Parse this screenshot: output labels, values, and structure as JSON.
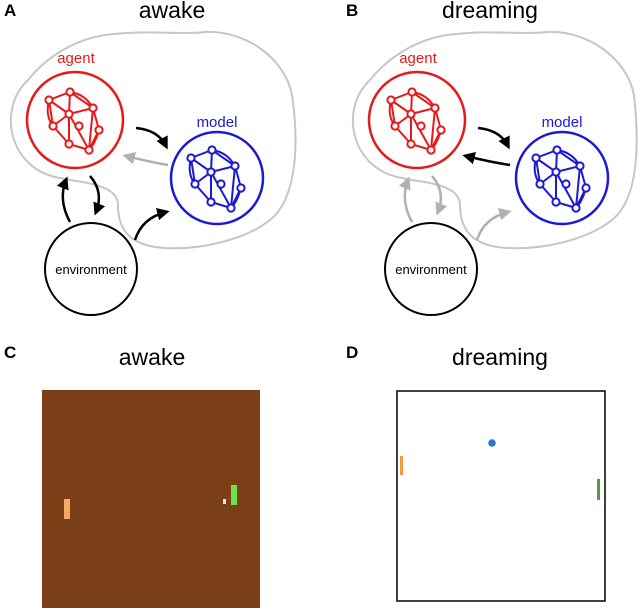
{
  "panels": {
    "A": {
      "letter": "A",
      "title": "awake",
      "agent_label": "agent",
      "model_label": "model",
      "env_label": "environment"
    },
    "B": {
      "letter": "B",
      "title": "dreaming",
      "agent_label": "agent",
      "model_label": "model",
      "env_label": "environment"
    },
    "C": {
      "letter": "C",
      "title": "awake"
    },
    "D": {
      "letter": "D",
      "title": "dreaming"
    }
  },
  "colors": {
    "agent": "#e8191a",
    "model": "#1a1ad6",
    "active_arrow": "#000000",
    "inactive_arrow": "#b0b0b0",
    "brain_outline": "#c6c6c6",
    "game_background": "#7a3f16",
    "left_paddle": "#f7a864",
    "right_paddle_awake": "#6ee04a",
    "right_paddle_dreaming": "#4aa03a",
    "ball_awake": "#f3e6c0",
    "ball_dreaming": "#2f77c8",
    "dream_left_paddle": "#f39a3a"
  },
  "icons": {
    "brain": "brain-outline-icon",
    "network": "neural-network-icon"
  }
}
